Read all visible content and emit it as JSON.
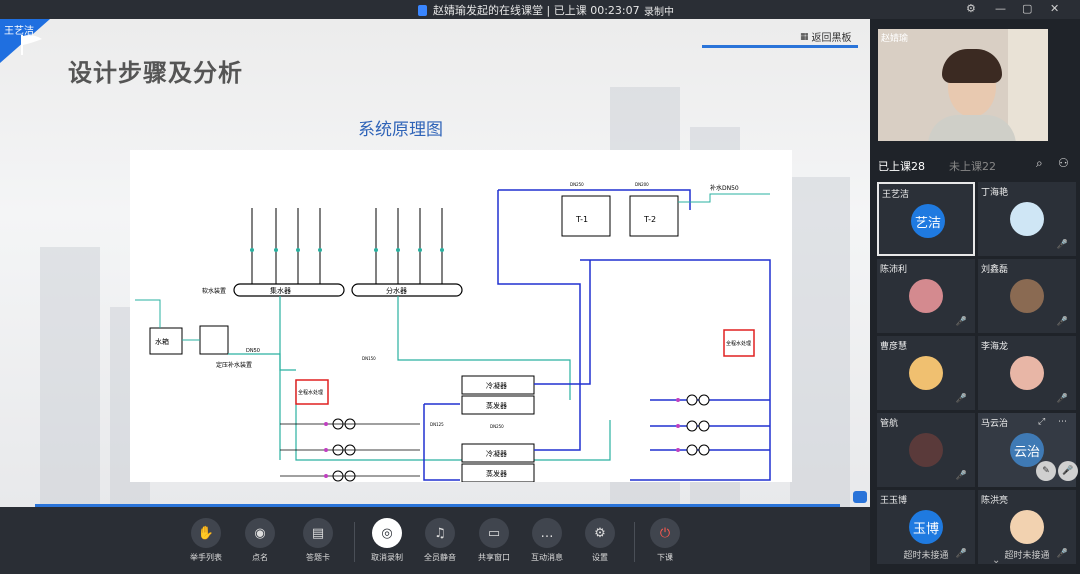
{
  "topbar": {
    "title": "赵婧瑜发起的在线课堂 | 已上课 00:23:07",
    "recording": "录制中",
    "window_icons": [
      "settings-icon",
      "minimize-icon",
      "maximize-icon",
      "close-icon"
    ]
  },
  "slide": {
    "presenter_badge": "王艺洁",
    "title": "设计步骤及分析",
    "back_to_board": "返回黑板",
    "diagram_title": "系统原理图",
    "diagram_labels": {
      "manifold_collect": "集水器",
      "manifold_distribute": "分水器",
      "softened_water": "软水装置",
      "water_tank": "水箱",
      "pressure_device": "定压补水装置",
      "chiller": "冷凝器",
      "evaporator": "蒸发器",
      "cooling_tower_1": "T-1",
      "cooling_tower_2": "T-2",
      "makeup_dn": "补水DN50",
      "bypass_1": "全程水处理",
      "bypass_2": "全程水处理",
      "pipe_dn150": "DN150",
      "pipe_dn200": "DN200",
      "pipe_dn250": "DN250",
      "pipe_dn125": "DN125"
    }
  },
  "toolbar": {
    "items": [
      {
        "label": "举手列表",
        "icon": "hand-icon"
      },
      {
        "label": "点名",
        "icon": "location-icon"
      },
      {
        "label": "答题卡",
        "icon": "answer-card-icon"
      },
      {
        "label": "取消录制",
        "icon": "record-icon"
      },
      {
        "label": "全员静音",
        "icon": "mute-all-icon"
      },
      {
        "label": "共享窗口",
        "icon": "share-screen-icon"
      },
      {
        "label": "互动消息",
        "icon": "chat-icon"
      },
      {
        "label": "设置",
        "icon": "gear-icon"
      },
      {
        "label": "下课",
        "icon": "power-icon"
      }
    ]
  },
  "panel": {
    "teacher_name": "赵婧瑜",
    "tab_joined": "已上课28",
    "tab_not_joined": "未上课22",
    "participants": [
      {
        "name": "王艺洁",
        "avatar_text": "艺洁",
        "status": ""
      },
      {
        "name": "丁海艳",
        "avatar_text": "",
        "status": ""
      },
      {
        "name": "陈沛利",
        "avatar_text": "",
        "status": ""
      },
      {
        "name": "刘鑫磊",
        "avatar_text": "",
        "status": ""
      },
      {
        "name": "曹彦慧",
        "avatar_text": "",
        "status": ""
      },
      {
        "name": "李海龙",
        "avatar_text": "",
        "status": ""
      },
      {
        "name": "管航",
        "avatar_text": "",
        "status": ""
      },
      {
        "name": "马云治",
        "avatar_text": "云治",
        "status": ""
      },
      {
        "name": "王玉博",
        "avatar_text": "玉博",
        "status": "超时未接通"
      },
      {
        "name": "陈洪亮",
        "avatar_text": "",
        "status": "超时未接通"
      }
    ]
  }
}
